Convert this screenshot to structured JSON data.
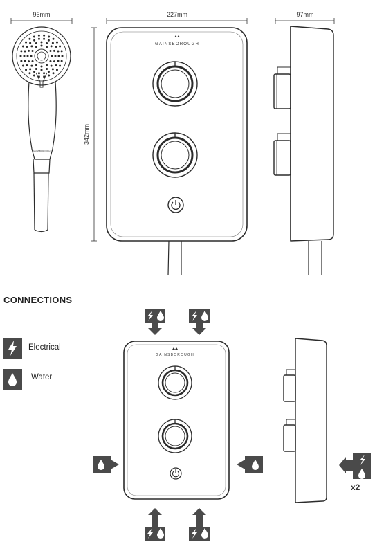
{
  "dimensions": {
    "handset_width": "96mm",
    "unit_width": "227mm",
    "unit_depth": "97mm",
    "unit_height": "342mm"
  },
  "brand": {
    "name": "GAINSBOROUGH",
    "handset_name": "GAINSBOROUGH"
  },
  "connections": {
    "title": "CONNECTIONS",
    "legend": [
      {
        "label": "Electrical",
        "icon": "lightning-icon"
      },
      {
        "label": "Water",
        "icon": "water-drop-icon"
      }
    ],
    "multiplier": "x2"
  },
  "colors": {
    "outline": "#2b2b2b",
    "icon_fill": "#4a4a4a",
    "icon_symbol": "#ffffff"
  }
}
